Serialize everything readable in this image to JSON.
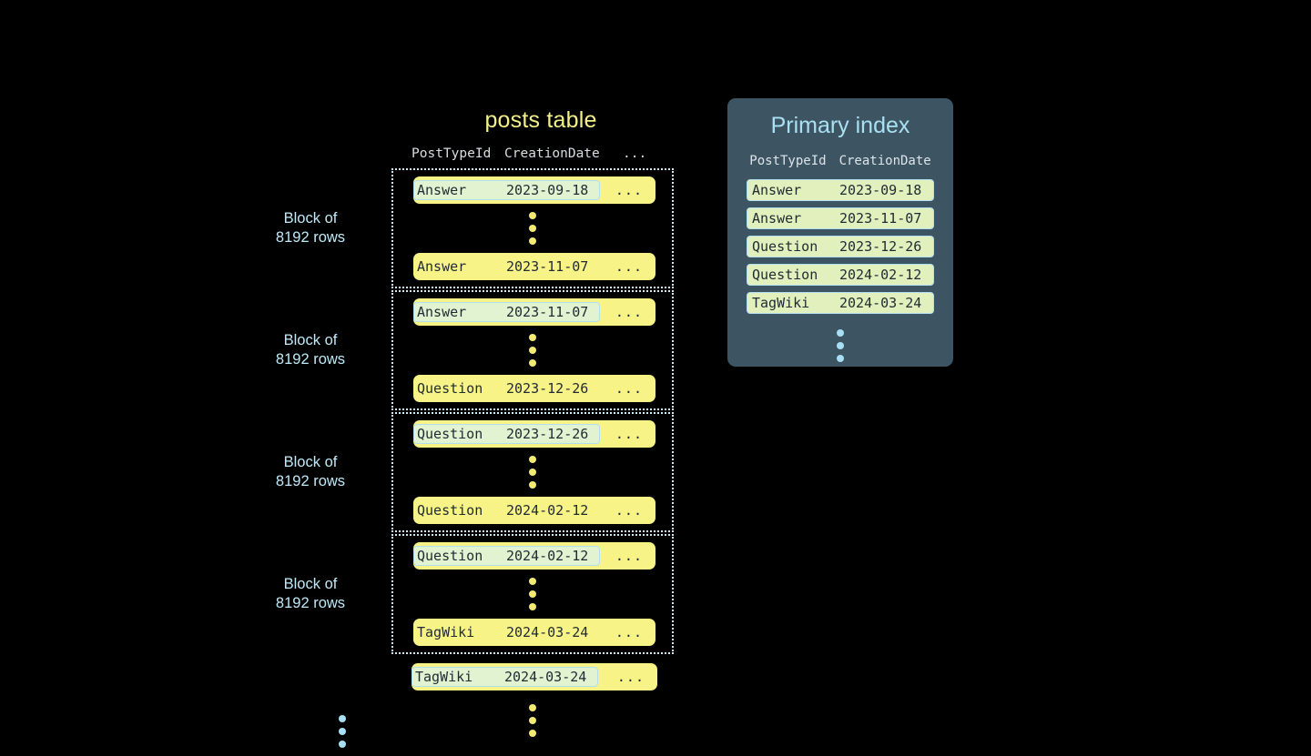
{
  "posts_table": {
    "title": "posts table",
    "columns": [
      "PostTypeId",
      "CreationDate",
      "..."
    ],
    "blocks": [
      {
        "label": "Block of\n8192 rows",
        "first_row": {
          "type": "Answer",
          "date": "2023-09-18",
          "more": "...",
          "highlighted": true
        },
        "last_row": {
          "type": "Answer",
          "date": "2023-11-07",
          "more": "...",
          "highlighted": false
        }
      },
      {
        "label": "Block of\n8192 rows",
        "first_row": {
          "type": "Answer",
          "date": "2023-11-07",
          "more": "...",
          "highlighted": true
        },
        "last_row": {
          "type": "Question",
          "date": "2023-12-26",
          "more": "...",
          "highlighted": false
        }
      },
      {
        "label": "Block of\n8192 rows",
        "first_row": {
          "type": "Question",
          "date": "2023-12-26",
          "more": "...",
          "highlighted": true
        },
        "last_row": {
          "type": "Question",
          "date": "2024-02-12",
          "more": "...",
          "highlighted": false
        }
      },
      {
        "label": "Block of\n8192 rows",
        "first_row": {
          "type": "Question",
          "date": "2024-02-12",
          "more": "...",
          "highlighted": true
        },
        "last_row": {
          "type": "TagWiki",
          "date": "2024-03-24",
          "more": "...",
          "highlighted": false
        }
      }
    ],
    "tail_row": {
      "type": "TagWiki",
      "date": "2024-03-24",
      "more": "...",
      "highlighted": true
    }
  },
  "primary_index": {
    "title": "Primary index",
    "columns": [
      "PostTypeId",
      "CreationDate"
    ],
    "rows": [
      {
        "type": "Answer",
        "date": "2023-09-18"
      },
      {
        "type": "Answer",
        "date": "2023-11-07"
      },
      {
        "type": "Question",
        "date": "2023-12-26"
      },
      {
        "type": "Question",
        "date": "2024-02-12"
      },
      {
        "type": "TagWiki",
        "date": "2024-03-24"
      }
    ]
  },
  "colors": {
    "background": "#000000",
    "row_yellow": "#f7f386",
    "highlight_green": "#e2f3d2",
    "highlight_border": "#b2dff0",
    "panel_slate": "#3d5563",
    "index_row_green": "#e2f0bd",
    "accent_blue": "#a9e0f2",
    "title_yellow": "#f4f08a",
    "dot_yellow": "#f2ea74"
  }
}
